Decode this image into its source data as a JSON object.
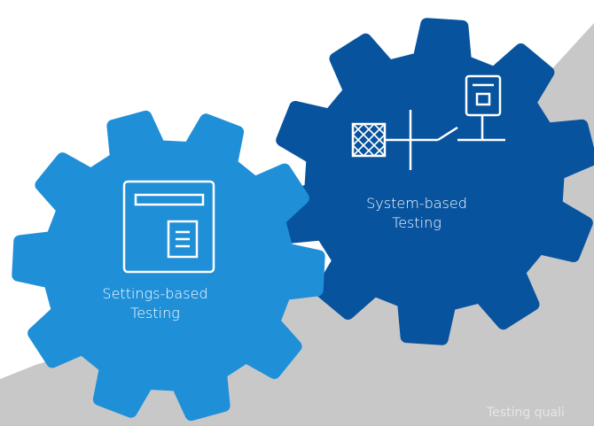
{
  "gears": [
    {
      "line1": "Settings-based",
      "line2": "Testing",
      "color": "#1f8fd8",
      "icon": "settings-window-icon"
    },
    {
      "line1": "System-based",
      "line2": "Testing",
      "color": "#08539e",
      "icon": "system-network-icon"
    }
  ],
  "footer_text": "Testing quali",
  "colors": {
    "background": "#ffffff",
    "slope": "#c8c8c8",
    "footer_text": "#e6e6e6"
  }
}
